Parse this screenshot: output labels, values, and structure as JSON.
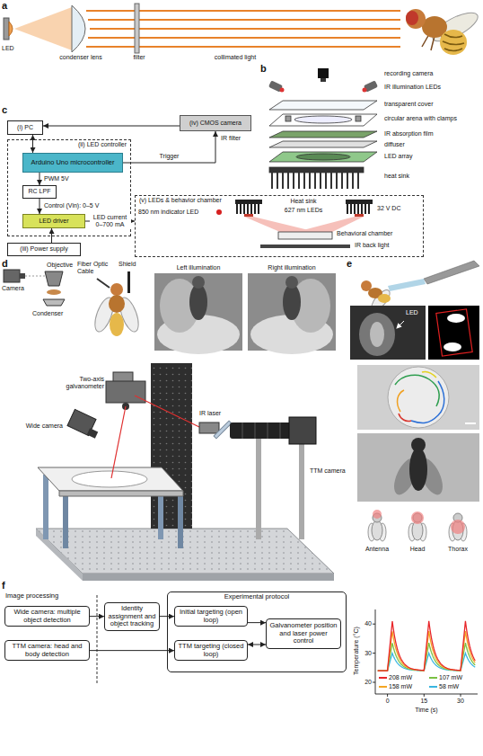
{
  "diagram": {
    "nodes": [
      {
        "text": [
          "(i) PC"
        ]
      },
      {
        "text": [
          "(ii) LED controller"
        ]
      },
      {
        "text": [
          "Arduino Uno microcontroller"
        ],
        "in": 1
      },
      {
        "text": [
          "RC LPF"
        ],
        "in": 1
      },
      {
        "text": [
          "LED driver"
        ],
        "in": 1
      },
      {
        "text": [
          "(iii) Power supply"
        ]
      },
      {
        "text": [
          "(iv) CMOS camera"
        ]
      },
      {
        "text": [
          "(v) LEDs & behavior chamber"
        ]
      },
      {
        "text": [
          "Wide camera: multiple object detection"
        ]
      },
      {
        "text": [
          "Identity assignment and object tracking"
        ]
      },
      {
        "text": [
          "Experimental protocol"
        ]
      },
      {
        "text": [
          "Initial targeting (open loop)"
        ],
        "in": 10
      },
      {
        "text": [
          "TTM targeting (closed loop)"
        ],
        "in": 10
      },
      {
        "text": [
          "Galvanometer position and laser power control"
        ],
        "in": 10
      },
      {
        "text": [
          "TTM camera: head and body detection"
        ]
      }
    ],
    "edges": [
      {
        "from": 0,
        "to": 2,
        "arrow": "both"
      },
      {
        "from": 2,
        "to": 6,
        "label": "Trigger",
        "arrow": "to"
      },
      {
        "from": 6,
        "to": 0,
        "arrow": "to"
      },
      {
        "from": 2,
        "to": 3,
        "label": "PWM 5V",
        "arrow": "to"
      },
      {
        "from": 3,
        "to": 4,
        "label": "Control (Vin): 0–5 V",
        "arrow": "to"
      },
      {
        "from": 5,
        "to": 4,
        "arrow": "to"
      },
      {
        "from": 4,
        "to": 7,
        "label": "LED current 0–700 mA",
        "arrow": "to"
      },
      {
        "from": 8,
        "to": 9,
        "arrow": "to"
      },
      {
        "from": 9,
        "to": 11,
        "arrow": "to"
      },
      {
        "from": 11,
        "to": 13,
        "arrow": "to"
      },
      {
        "from": 12,
        "to": 13,
        "arrow": "both"
      },
      {
        "from": 14,
        "to": 12,
        "arrow": "to"
      }
    ],
    "labels": [
      "a",
      "LED",
      "condenser lens",
      "filter",
      "collimated light",
      "b",
      "recording camera",
      "IR illumination LEDs",
      "transparent cover",
      "circular arena with clamps",
      "IR absorption film",
      "diffuser",
      "LED array",
      "heat sink",
      "c",
      "IR filter",
      "850 nm indicator LED",
      "Heat sink",
      "627 nm LEDs",
      "32 V DC",
      "Behavioral chamber",
      "IR back light",
      "d",
      "Objective",
      "Camera",
      "Condenser",
      "Fiber Optic Cable",
      "Shield",
      "Left illumination",
      "Right illumination",
      "e",
      "LED",
      "Two-axis galvanometer",
      "Wide camera",
      "IR laser",
      "TTM camera",
      "Antenna",
      "Head",
      "Thorax",
      "f",
      "Image processing",
      "Temperature (°C)",
      "40",
      "30",
      "20",
      "0",
      "15",
      "30",
      "Time (s)"
    ],
    "legend": [
      {
        "text": "208 mW",
        "color": "#e8262a"
      },
      {
        "text": "107 mW",
        "color": "#7ac143"
      },
      {
        "text": "158 mW",
        "color": "#f5a623"
      },
      {
        "text": "58 mW",
        "color": "#3ab6e0"
      }
    ]
  }
}
